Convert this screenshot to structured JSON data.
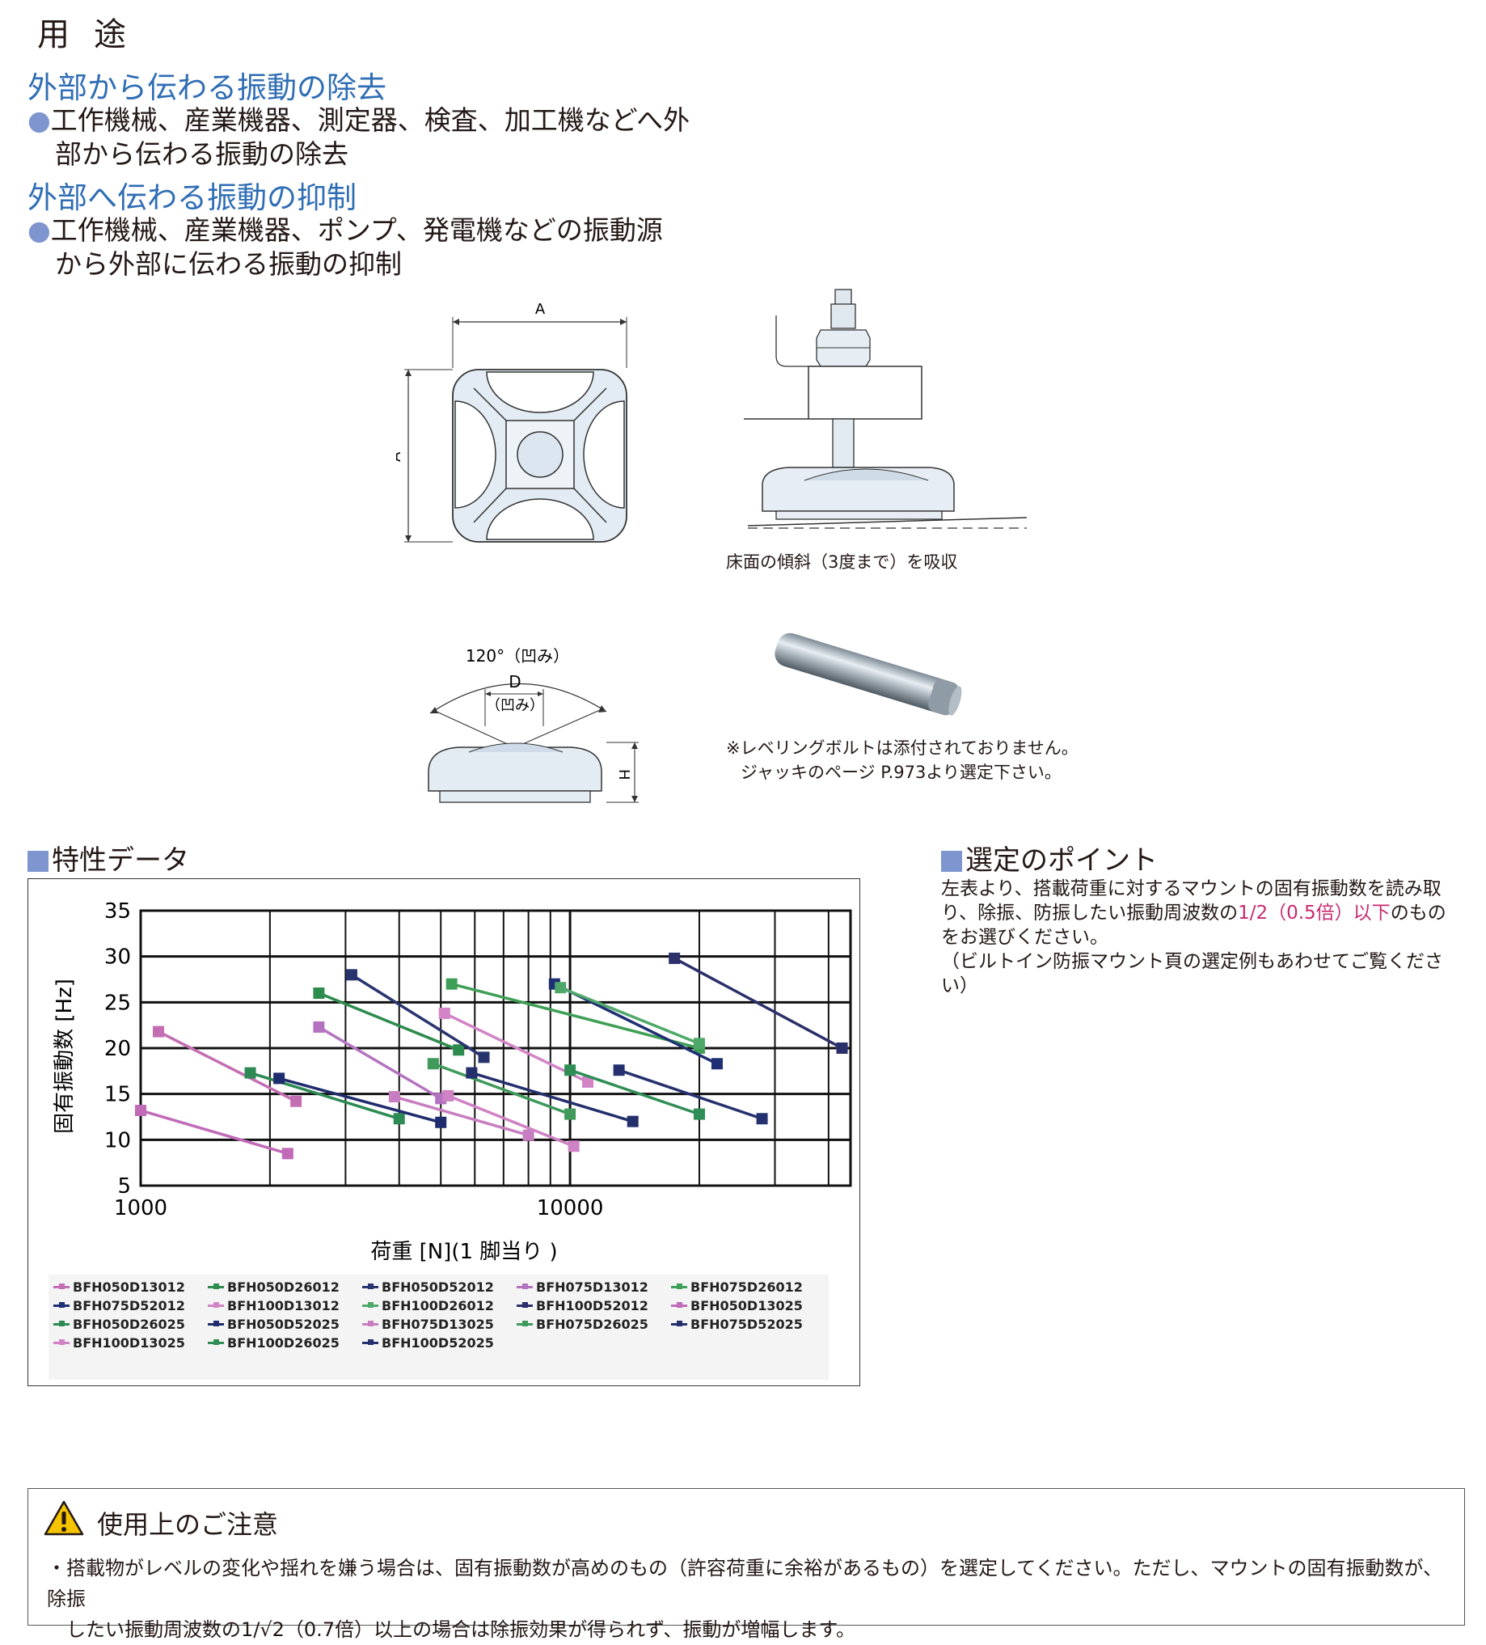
{
  "usage": {
    "title": "用途",
    "head1": "外部から伝わる振動の除去",
    "bullet1_line1": "工作機械、産業機器、測定器、検査、加工機などへ外",
    "bullet1_line2": "部から伝わる振動の除去",
    "head2": "外部へ伝わる振動の抑制",
    "bullet2_line1": "工作機械、産業機器、ポンプ、発電機などの振動源",
    "bullet2_line2": "から外部に伝わる振動の抑制",
    "bullet_glyph": "●"
  },
  "drawings": {
    "dim_a_top": "A",
    "dim_a_side": "A",
    "tilt_caption": "床面の傾斜（3度まで）を吸収",
    "angle_label": "120°（凹み）",
    "d_label": "D",
    "d_sub": "（凹み）",
    "h_label": "H",
    "bolt_note_1": "※レベリングボルトは添付されておりません。",
    "bolt_note_2": "ジャッキのページ P.973より選定下さい。"
  },
  "characteristics": {
    "title": "特性データ"
  },
  "points": {
    "title": "選定のポイント",
    "line1": "左表より、搭載荷重に対するマウントの固有振動数を読み取",
    "line2_pre": "り、除振、防振したい振動周波数の",
    "line2_highlight": "1/2（0.5倍）以下",
    "line2_post": "のもの",
    "line3": "をお選びください。",
    "line4": "（ビルトイン防振マウント頁の選定例もあわせてご覧ください）"
  },
  "caution": {
    "title": "使用上のご注意",
    "bullet": "・",
    "line1": "搭載物がレベルの変化や揺れを嫌う場合は、固有振動数が高めのもの（許容荷重に余裕があるもの）を選定してください。ただし、マウントの固有振動数が、除振",
    "line2": "したい振動周波数の1/√2（0.7倍）以上の場合は除振効果が得られず、振動が増幅します。"
  },
  "chart_data": {
    "type": "line",
    "xlabel": "荷重 [N](1 脚当り )",
    "ylabel": "固有振動数 [Hz]",
    "xscale": "log",
    "xlim": [
      1000,
      45000
    ],
    "ylim": [
      5,
      35
    ],
    "yticks": [
      "5",
      "10",
      "15",
      "20",
      "25",
      "30",
      "35"
    ],
    "xticks": [
      "1000",
      "10000"
    ],
    "grid": true,
    "legend_position": "bottom",
    "series": [
      {
        "name": "BFH050D13012",
        "color": "#c36db3",
        "x": [
          1100,
          2300
        ],
        "y": [
          21.8,
          14.2
        ]
      },
      {
        "name": "BFH050D26012",
        "color": "#2e8b4e",
        "x": [
          2600,
          5500
        ],
        "y": [
          26,
          19.8
        ]
      },
      {
        "name": "BFH050D52012",
        "color": "#28346e",
        "x": [
          3100,
          6300
        ],
        "y": [
          28,
          19
        ]
      },
      {
        "name": "BFH075D13012",
        "color": "#b473c0",
        "x": [
          2600,
          5000
        ],
        "y": [
          22.3,
          14.5
        ]
      },
      {
        "name": "BFH075D26012",
        "color": "#3f9f57",
        "x": [
          5300,
          20000
        ],
        "y": [
          27,
          20
        ]
      },
      {
        "name": "BFH075D52012",
        "color": "#1f2f73",
        "x": [
          9200,
          22000
        ],
        "y": [
          27,
          18.3
        ]
      },
      {
        "name": "BFH100D13012",
        "color": "#d284c6",
        "x": [
          5100,
          11000
        ],
        "y": [
          23.8,
          16.3
        ]
      },
      {
        "name": "BFH100D26012",
        "color": "#4fa86a",
        "x": [
          9500,
          20000
        ],
        "y": [
          26.6,
          20.5
        ]
      },
      {
        "name": "BFH100D52012",
        "color": "#2b2f6a",
        "x": [
          17500,
          43000
        ],
        "y": [
          29.8,
          20
        ]
      },
      {
        "name": "BFH050D13025",
        "color": "#c06ab8",
        "x": [
          1000,
          2200
        ],
        "y": [
          13.2,
          8.5
        ]
      },
      {
        "name": "BFH050D26025",
        "color": "#2d8a54",
        "x": [
          1800,
          4000
        ],
        "y": [
          17.3,
          12.3
        ]
      },
      {
        "name": "BFH050D52025",
        "color": "#1f2c6d",
        "x": [
          2100,
          5000
        ],
        "y": [
          16.7,
          11.9
        ]
      },
      {
        "name": "BFH075D13025",
        "color": "#c77ec0",
        "x": [
          3900,
          8000
        ],
        "y": [
          14.7,
          10.5
        ]
      },
      {
        "name": "BFH075D26025",
        "color": "#3f9a5c",
        "x": [
          4800,
          10000
        ],
        "y": [
          18.3,
          12.8
        ]
      },
      {
        "name": "BFH075D52025",
        "color": "#23306c",
        "x": [
          5900,
          14000
        ],
        "y": [
          17.3,
          12
        ]
      },
      {
        "name": "BFH100D13025",
        "color": "#cf82c4",
        "x": [
          5200,
          10200
        ],
        "y": [
          14.8,
          9.3
        ]
      },
      {
        "name": "BFH100D26025",
        "color": "#2f8e55",
        "x": [
          10000,
          20000
        ],
        "y": [
          17.6,
          12.8
        ]
      },
      {
        "name": "BFH100D52025",
        "color": "#25316e",
        "x": [
          13000,
          28000
        ],
        "y": [
          17.6,
          12.3
        ]
      }
    ]
  }
}
